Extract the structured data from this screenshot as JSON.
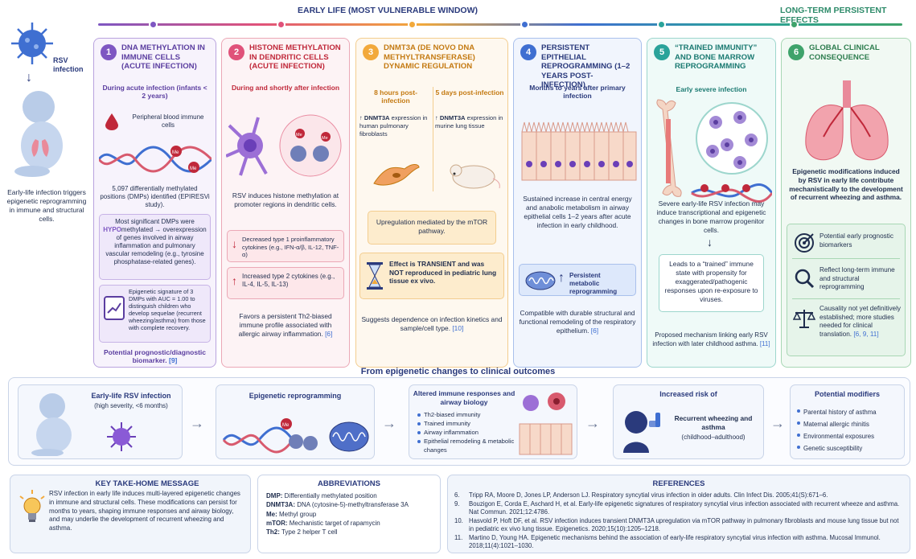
{
  "colors": {
    "purple": "#7e57c2",
    "pink": "#e0527a",
    "orange": "#f2a93b",
    "blue": "#3f6fd1",
    "teal": "#2aa39a",
    "green": "#3fa36b",
    "navy": "#1f2d4d"
  },
  "timeline": {
    "early": "EARLY LIFE  (MOST VULNERABLE WINDOW)",
    "late": "LONG-TERM PERSISTENT EFFECTS"
  },
  "left": {
    "virus_label": "RSV infection",
    "caption": "Early-life infection triggers epigenetic reprogramming in immune and structural cells."
  },
  "c1": {
    "num": "1",
    "title": "DNA methylation in immune cells (acute infection)",
    "sub": "During acute infection (infants < 2 years)",
    "cells": "Peripheral blood immune cells",
    "me": "Me",
    "dmp": "5,097 differentially methylated positions (DMPs) identified (EPIRESVi study).",
    "hypo_pre": "Most significant DMPs were ",
    "hypo": "HYPO",
    "hypo_post": "methylated → overexpression of genes involved in airway inflammation and pulmonary vascular remodeling (e.g., tyrosine phosphatase-related genes).",
    "sig": "Epigenetic signature of 3 DMPs with AUC = 1.00 to distinguish children who develop sequelae (recurrent wheezing/asthma) from those with complete recovery.",
    "biomarker": "Potential prognostic/diagnostic biomarker.",
    "biomarker_ref": "[9]"
  },
  "c2": {
    "num": "2",
    "title": "Histone methylation in dendritic cells (acute infection)",
    "sub": "During and shortly after infection",
    "me": "Me",
    "text": "RSV induces histone methylation at promoter regions in dendritic cells.",
    "down": "Decreased type 1 proinflammatory cytokines (e.g., IFN-α/β, IL-12, TNF-α)",
    "up": "Increased type 2 cytokines (e.g., IL-4, IL-5, IL-13)",
    "foot": "Favors a persistent Th2-biased immune profile associated with allergic airway inflammation.",
    "ref": "[6]"
  },
  "c3": {
    "num": "3",
    "title": "DNMT3A (de novo DNA methyltransferase) dynamic regulation",
    "h1": "8 hours post-infection",
    "h2": "5 days post-infection",
    "t1_b": "DNMT3A",
    "t1": " expression in human pulmonary fibroblasts",
    "t2_b": "DNMT3A",
    "t2": " expression in murine lung tissue",
    "mtor": "Upregulation mediated by the mTOR pathway.",
    "transient": "Effect is TRANSIENT and was NOT reproduced in pediatric lung tissue ex vivo.",
    "foot": "Suggests dependence on infection kinetics and sample/cell type.",
    "ref": "[10]"
  },
  "c4": {
    "num": "4",
    "title": "Persistent epithelial reprogramming (1–2 years post-infection)",
    "sub": "Months to years after primary infection",
    "text": "Sustained increase in central energy and anabolic metabolism in airway epithelial cells 1–2 years after acute infection in early childhood.",
    "mito": "Persistent metabolic reprogramming",
    "foot": "Compatible with durable structural and functional remodeling of the respiratory epithelium.",
    "ref": "[6]"
  },
  "c5": {
    "num": "5",
    "title": "“Trained immunity” and bone marrow reprogramming",
    "sub": "Early severe infection",
    "me": "Me",
    "text": "Severe early-life RSV infection may induce transcriptional and epigenetic changes in bone marrow progenitor cells.",
    "trained": "Leads to a “trained” immune state with propensity for exaggerated/pathogenic responses upon re-exposure to viruses.",
    "foot": "Proposed mechanism linking early RSV infection with later childhood asthma.",
    "ref": "[11]"
  },
  "c6": {
    "num": "6",
    "title": "Global clinical consequence",
    "text": "Epigenetic modifications induced by RSV in early life contribute mechanistically to the development of recurrent wheezing and asthma.",
    "i1": "Potential early prognostic biomarkers",
    "i2": "Reflect long-term immune and structural reprogramming",
    "i3": "Causality not yet definitively established; more studies needed for clinical translation.",
    "i3_ref": "[6, 9, 11]"
  },
  "flow": {
    "heading": "From epigenetic changes to clinical outcomes",
    "f1_t": "Early-life RSV infection",
    "f1_s": "(high severity, <6 months)",
    "f2_t": "Epigenetic reprogramming",
    "f3_t": "Altered immune responses and airway biology",
    "f3_items": [
      "Th2-biased immunity",
      "Trained immunity",
      "Airway inflammation",
      "Epithelial remodeling & metabolic changes"
    ],
    "f4_t": "Increased risk of",
    "f4_s1": "Recurrent wheezing and asthma",
    "f4_s2": "(childhood–adulthood)",
    "f5_t": "Potential modifiers",
    "f5_items": [
      "Parental history of asthma",
      "Maternal allergic rhinitis",
      "Environmental exposures",
      "Genetic susceptibility"
    ],
    "me": "Me"
  },
  "msg": {
    "title": "Key take-home message",
    "text": "RSV infection in early life induces multi-layered epigenetic changes in immune and structural cells. These modifications can persist for months to years, shaping immune responses and airway biology, and may underlie the development of recurrent wheezing and asthma."
  },
  "abbr": {
    "title": "Abbreviations",
    "items": [
      [
        "DMP:",
        " Differentially methylated position"
      ],
      [
        "DNMT3A:",
        " DNA (cytosine-5)-methyltransferase 3A"
      ],
      [
        "Me:",
        " Methyl group"
      ],
      [
        "mTOR:",
        " Mechanistic target of rapamycin"
      ],
      [
        "Th2:",
        " Type 2 helper T cell"
      ]
    ]
  },
  "refs": {
    "title": "References",
    "items": [
      [
        "6.",
        "Tripp RA, Moore D, Jones LP, Anderson LJ. Respiratory syncytial virus infection in older adults. Clin Infect Dis. 2005;41(S):671–6."
      ],
      [
        "9.",
        "Bouzigon E, Corda E, Aschard H, et al. Early-life epigenetic signatures of respiratory syncytial virus infection associated with recurrent wheeze and asthma. Nat Commun. 2021;12:4786."
      ],
      [
        "10.",
        "Hasvold P, Hoft DF, et al. RSV infection induces transient DNMT3A upregulation via mTOR pathway in pulmonary fibroblasts and mouse lung tissue but not in pediatric ex vivo lung tissue. Epigenetics. 2020;15(10):1205–1218."
      ],
      [
        "11.",
        "Martino D, Young HA. Epigenetic mechanisms behind the association of early-life respiratory syncytial virus infection with asthma. Mucosal Immunol. 2018;11(4):1021–1030."
      ]
    ]
  }
}
